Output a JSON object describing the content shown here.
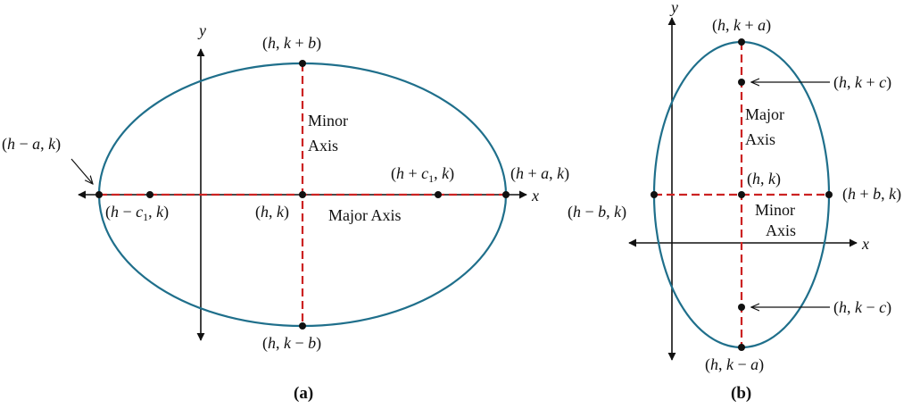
{
  "colors": {
    "ellipse": "#1f6f8b",
    "axis_segment": "#cc2222",
    "ink": "#111111",
    "background": "#ffffff"
  },
  "panels": [
    {
      "id": "a",
      "caption": "(a)",
      "coordinate_axes": {
        "x_label": "x",
        "y_label": "y"
      },
      "axis_labels": {
        "major": "Major Axis",
        "minor_line1": "Minor",
        "minor_line2": "Axis"
      },
      "points": [
        {
          "id": "top",
          "label": "(h, k + b)"
        },
        {
          "id": "bottom",
          "label": "(h, k − b)"
        },
        {
          "id": "left-vertex",
          "label": "(h − a, k)"
        },
        {
          "id": "right-vertex",
          "label": "(h + a, k)"
        },
        {
          "id": "left-focus",
          "label": "(h − c1, k)"
        },
        {
          "id": "right-focus",
          "label": "(h + c1, k)"
        },
        {
          "id": "center",
          "label": "(h, k)"
        }
      ]
    },
    {
      "id": "b",
      "caption": "(b)",
      "coordinate_axes": {
        "x_label": "x",
        "y_label": "y"
      },
      "axis_labels": {
        "major_line1": "Major",
        "major_line2": "Axis",
        "minor_line1": "Minor",
        "minor_line2": "Axis"
      },
      "points": [
        {
          "id": "top-vertex",
          "label": "(h, k + a)"
        },
        {
          "id": "bottom-vertex",
          "label": "(h, k − a)"
        },
        {
          "id": "upper-focus",
          "label": "(h, k + c)"
        },
        {
          "id": "lower-focus",
          "label": "(h, k − c)"
        },
        {
          "id": "left",
          "label": "(h − b, k)"
        },
        {
          "id": "right",
          "label": "(h + b, k)"
        },
        {
          "id": "center",
          "label": "(h, k)"
        }
      ]
    }
  ]
}
